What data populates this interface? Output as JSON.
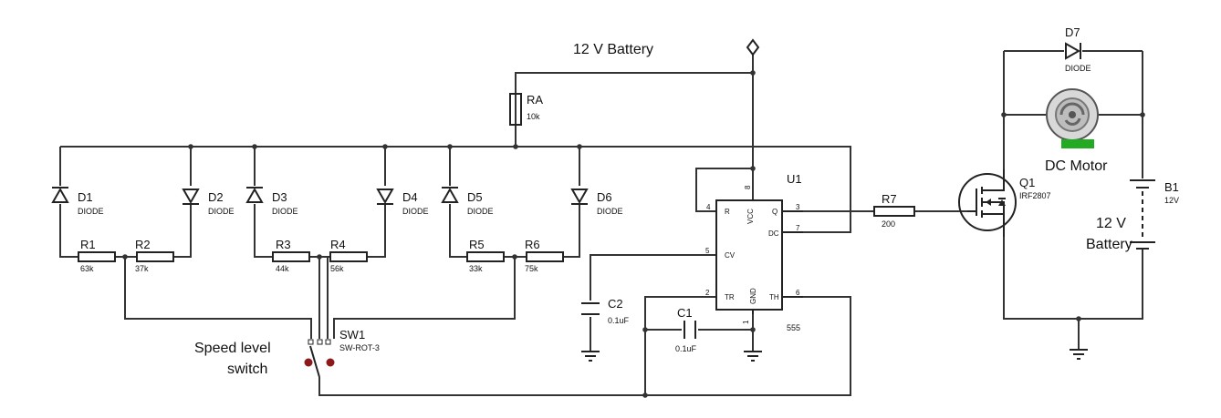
{
  "supply": {
    "label": "12 V Battery"
  },
  "ra": {
    "name": "RA",
    "value": "10k"
  },
  "diodes": [
    {
      "name": "D1",
      "type": "DIODE"
    },
    {
      "name": "D2",
      "type": "DIODE"
    },
    {
      "name": "D3",
      "type": "DIODE"
    },
    {
      "name": "D4",
      "type": "DIODE"
    },
    {
      "name": "D5",
      "type": "DIODE"
    },
    {
      "name": "D6",
      "type": "DIODE"
    },
    {
      "name": "D7",
      "type": "DIODE"
    }
  ],
  "resistors": [
    {
      "name": "R1",
      "value": "63k"
    },
    {
      "name": "R2",
      "value": "37k"
    },
    {
      "name": "R3",
      "value": "44k"
    },
    {
      "name": "R4",
      "value": "56k"
    },
    {
      "name": "R5",
      "value": "33k"
    },
    {
      "name": "R6",
      "value": "75k"
    },
    {
      "name": "R7",
      "value": "200"
    }
  ],
  "switch": {
    "name": "SW1",
    "type": "SW-ROT-3",
    "caption_line1": "Speed level",
    "caption_line2": "switch"
  },
  "capacitors": [
    {
      "name": "C1",
      "value": "0.1uF"
    },
    {
      "name": "C2",
      "value": "0.1uF"
    }
  ],
  "timer": {
    "name": "U1",
    "part": "555",
    "pins": {
      "r": "R",
      "vcc": "VCC",
      "q": "Q",
      "dc": "DC",
      "cv": "CV",
      "tr": "TR",
      "gnd": "GND",
      "th": "TH"
    },
    "pin_numbers": {
      "p4": "4",
      "p8": "8",
      "p3": "3",
      "p7": "7",
      "p5": "5",
      "p2": "2",
      "p1": "1",
      "p6": "6"
    }
  },
  "mosfet": {
    "name": "Q1",
    "part": "IRF2807"
  },
  "motor": {
    "label": "DC Motor"
  },
  "battery": {
    "name": "B1",
    "value": "12V",
    "caption_line1": "12 V",
    "caption_line2": "Battery"
  },
  "colors": {
    "wire": "#333333",
    "switch_contact": "#8b1a1a",
    "motor_led": "#22aa22"
  }
}
